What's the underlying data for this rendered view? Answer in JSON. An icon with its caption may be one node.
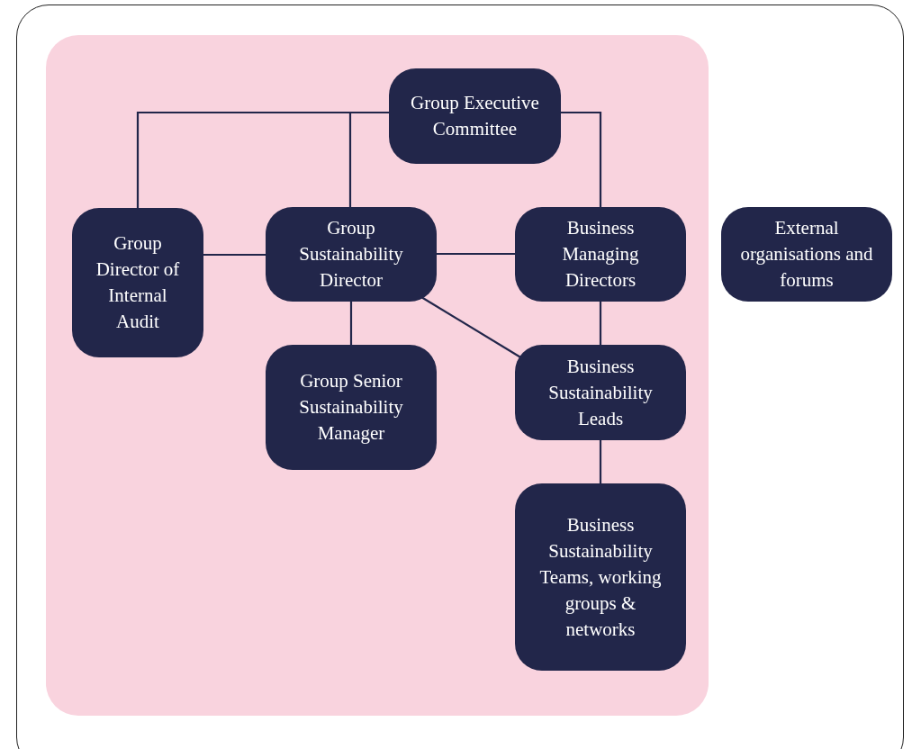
{
  "diagram": {
    "nodes": [
      {
        "text": [],
        "shape": "box"
      },
      {
        "text": [
          "Group Executive Committee"
        ],
        "in": 0
      },
      {
        "text": [
          "Group Director of Internal Audit"
        ],
        "in": 0
      },
      {
        "text": [
          "Group Sustainability Director"
        ],
        "in": 0
      },
      {
        "text": [
          "Business Managing Directors"
        ],
        "in": 0
      },
      {
        "text": [
          "External organisations and forums"
        ]
      },
      {
        "text": [
          "Group Senior Sustainability Manager"
        ],
        "in": 0
      },
      {
        "text": [
          "Business Sustainability Leads"
        ],
        "in": 0
      },
      {
        "text": [
          "Business Sustainability Teams, working groups & networks"
        ],
        "in": 0
      }
    ],
    "edges": [
      {
        "from": 1,
        "to": 2,
        "arrow": "none"
      },
      {
        "from": 1,
        "to": 3,
        "arrow": "none"
      },
      {
        "from": 1,
        "to": 4,
        "arrow": "none"
      },
      {
        "from": 2,
        "to": 3,
        "arrow": "none"
      },
      {
        "from": 3,
        "to": 4,
        "arrow": "none"
      },
      {
        "from": 3,
        "to": 6,
        "arrow": "none"
      },
      {
        "from": 3,
        "to": 7,
        "arrow": "none"
      },
      {
        "from": 4,
        "to": 7,
        "arrow": "none"
      },
      {
        "from": 7,
        "to": 8,
        "arrow": "none"
      }
    ]
  }
}
